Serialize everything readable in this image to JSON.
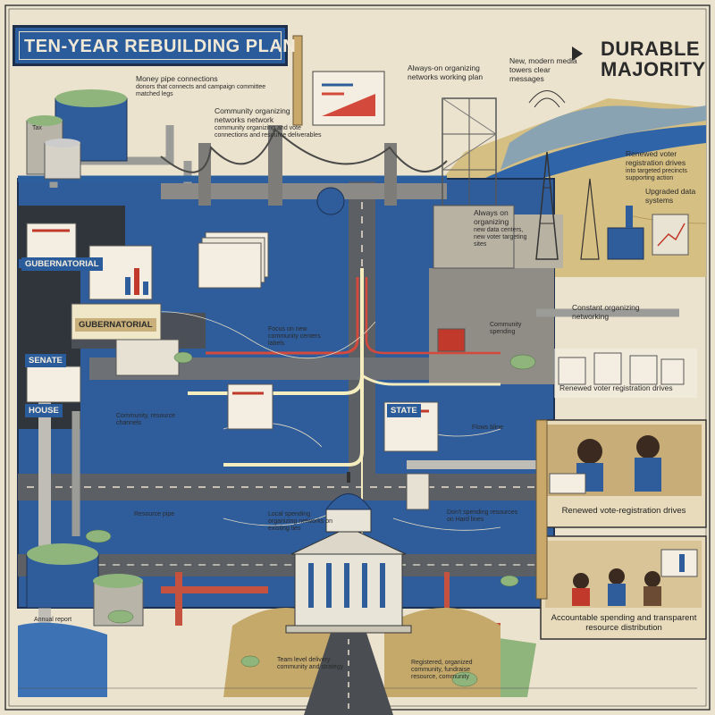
{
  "title": "TEN-YEAR REBUILDING PLAN",
  "headline": {
    "line1": "DURABLE",
    "line2": "MAJORITY"
  },
  "labels": {
    "money_pipe": "Money pipe connections",
    "money_pipe_sub": "donors that connects and campaign committee matched legs",
    "community_networks": "Community organizing networks network",
    "community_networks_sub": "community organizing and vote connections and resource deliverables",
    "organizing_networks": "Always-on organizing networks working plan",
    "media_towers": "New, modern media towers clear messages",
    "voter_reg_right": "Renewed voter registration drives",
    "voter_reg_right_sub": "into targeted precincts supporting action",
    "data_systems": "Upgraded data systems",
    "always_on": "Always on organizing",
    "always_on_sub": "new data centers, new voter targeting sites",
    "constant_org": "Constant organizing networking",
    "community_spending": "Community spending",
    "voter_reg_bottom": "Renewed voter registration drives",
    "voter_reg_photo": "Renewed vote-registration drives",
    "accountable": "Accountable spending and transparent resource distribution",
    "gubernatorial_1": "GUBERNATORIAL",
    "gubernatorial_2": "GUBERNATORIAL",
    "senate": "SENATE",
    "house": "HOUSE",
    "state": "STATE",
    "community_right": "Community, resource channels",
    "focus_notes": "Focus on new community centers labels",
    "resource_pipe": "Resource pipe",
    "local_spending": "Local spending organizing networks on existing ties",
    "dont_spending": "Don't spending resources on Hard lines",
    "team_level": "Team level delivery community and strategy",
    "registered": "Registered, organized community, fundraise resource, community",
    "flows_bline": "Flows bline",
    "annual_report": "Annual report",
    "tax": "Tax"
  }
}
